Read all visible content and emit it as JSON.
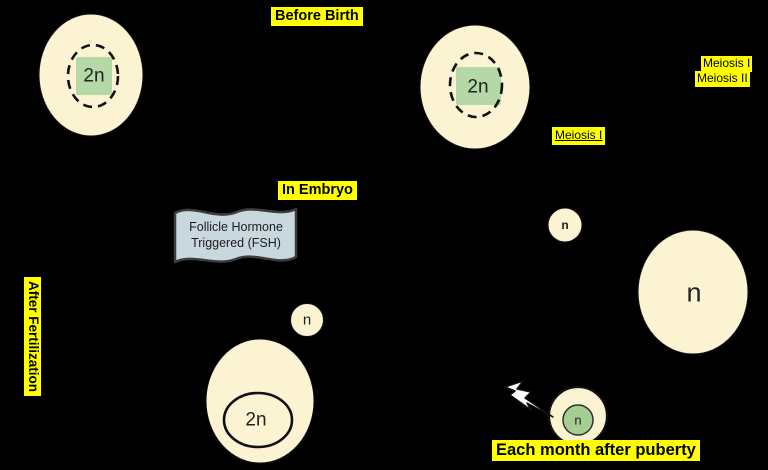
{
  "colors": {
    "background": "#000000",
    "cell_fill": "#FCF3D3",
    "nucleus_green": "#B5D9A6",
    "ovum_nucleus_green": "#A5CE93",
    "highlight_yellow": "#FFFF00",
    "fsh_box_fill": "#C9D8DF"
  },
  "stages": {
    "before_birth": "Before Birth",
    "in_embryo": "In Embryo",
    "after_fertilization": "After Fertilization",
    "each_month_after_puberty": "Each month after puberty"
  },
  "process_labels": {
    "meiosis_1_right": "Meiosis I",
    "meiosis_2_right": "Meiosis II",
    "meiosis_1_center": "Meiosis I"
  },
  "fsh_callout": {
    "line1": "Follicle Hormone",
    "line2": "Triggered (FSH)"
  },
  "cells": {
    "oogonium": {
      "ploidy": "2n"
    },
    "primary_oocyte": {
      "ploidy": "2n"
    },
    "first_polar_body": {
      "ploidy": "n"
    },
    "secondary_oocyte": {
      "ploidy": "n"
    },
    "second_polar_body": {
      "ploidy": "n"
    },
    "zygote": {
      "ploidy": "2n"
    },
    "ovum": {
      "ploidy": "n"
    }
  }
}
